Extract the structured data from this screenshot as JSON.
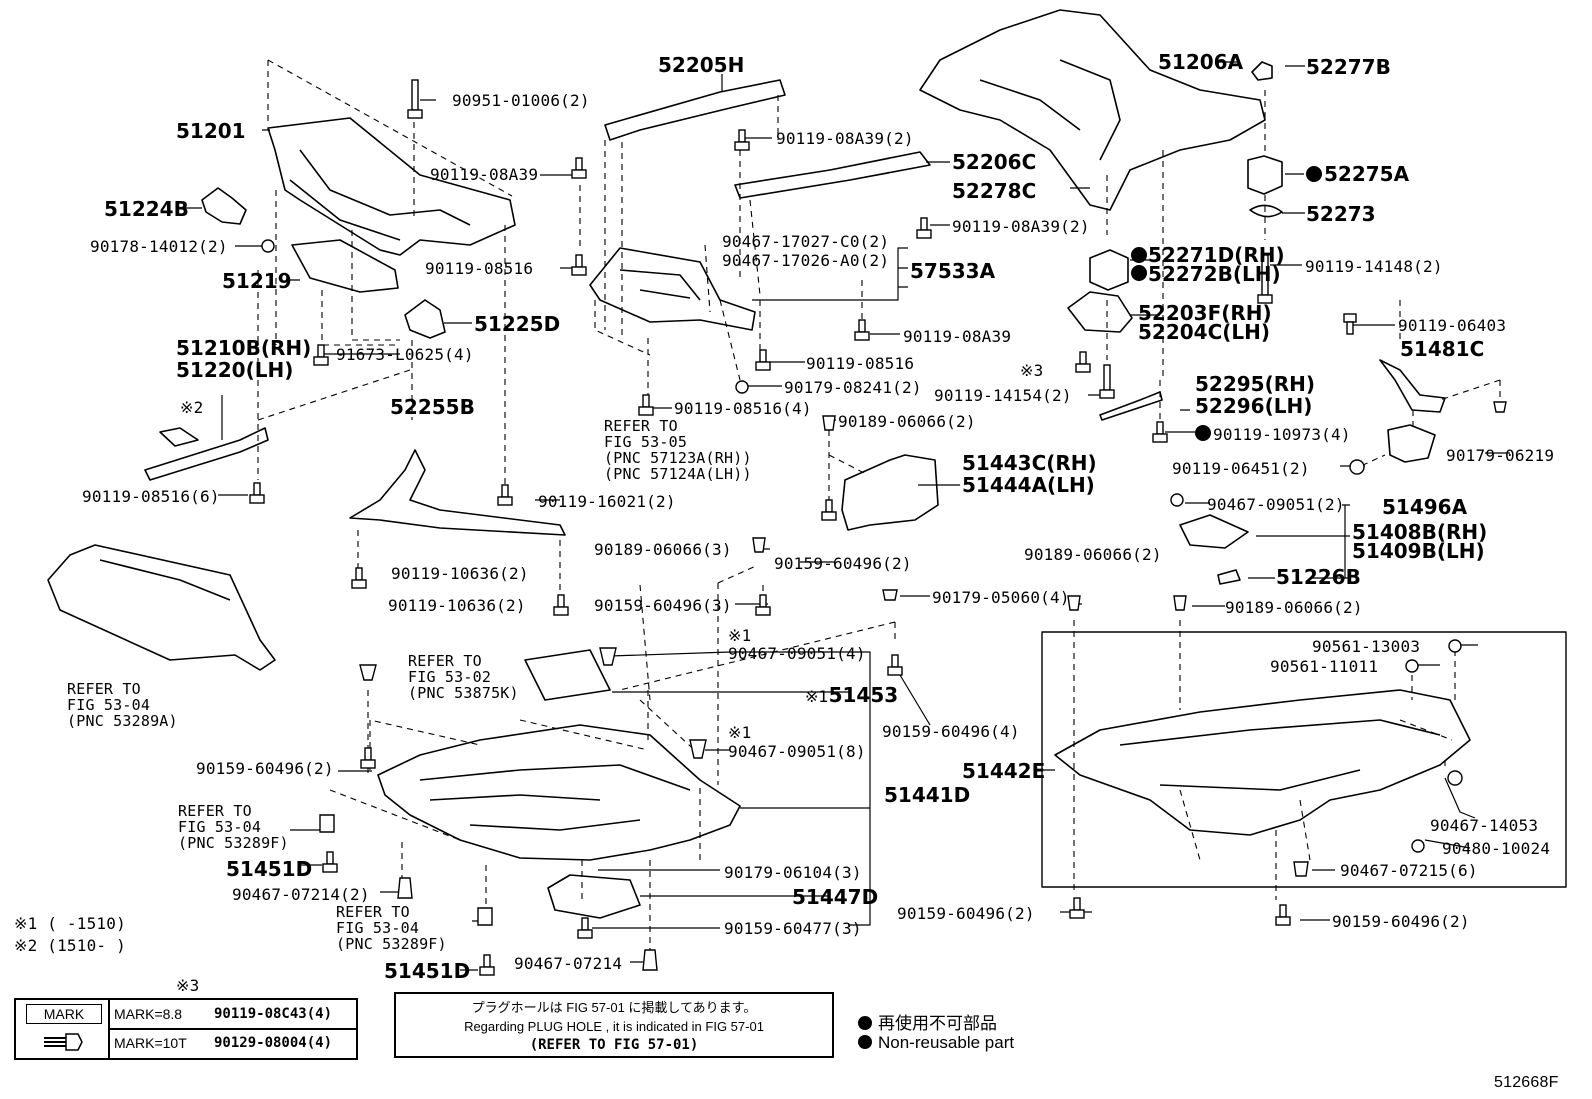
{
  "parts": {
    "p51201": "51201",
    "p51224B": "51224B",
    "p90178": "90178-14012(2)",
    "p51219": "51219",
    "p51210B": "51210B(RH)",
    "p51220": "51220(LH)",
    "p91673": "91673-L0625(4)",
    "p51225D": "51225D",
    "p90951": "90951-01006(2)",
    "p52205H": "52205H",
    "p90119_08A39_top": "90119-08A39(2)",
    "p90119_08A39_left": "90119-08A39",
    "p52206C": "52206C",
    "p52278C": "52278C",
    "p90119_08A39_mid": "90119-08A39(2)",
    "p90467_17027": "90467-17027-C0(2)",
    "p90467_17026": "90467-17026-A0(2)",
    "p57533A": "57533A",
    "p90119_08516_left": "90119-08516",
    "p90119_08A39_r": "90119-08A39",
    "p90119_08516_r": "90119-08516",
    "p90179_08241": "90179-08241(2)",
    "p90119_08516_4": "90119-08516(4)",
    "p51206A": "51206A",
    "p52277B": "52277B",
    "p52275A": "52275A",
    "p52273": "52273",
    "p52271D": "52271D(RH)",
    "p52272B": "52272B(LH)",
    "p90119_14148": "90119-14148(2)",
    "p52203F": "52203F(RH)",
    "p52204C": "52204C(LH)",
    "p90119_06403": "90119-06403",
    "p51481C": "51481C",
    "p90119_14154": "90119-14154(2)",
    "p52295": "52295(RH)",
    "p52296": "52296(LH)",
    "p90119_10973": "90119-10973(4)",
    "p90119_06451": "90119-06451(2)",
    "p90179_06219": "90179-06219",
    "p51496A": "51496A",
    "p90119_08516_6": "90119-08516(6)",
    "p52255B": "52255B",
    "p90119_16021": "90119-16021(2)",
    "p90119_10636_a": "90119-10636(2)",
    "p90119_10636_b": "90119-10636(2)",
    "p90189_06066_a": "90189-06066(2)",
    "p51443C": "51443C(RH)",
    "p51444A": "51444A(LH)",
    "p90189_06066_3": "90189-06066(3)",
    "p90159_60496_2a": "90159-60496(2)",
    "p90159_60496_3": "90159-60496(3)",
    "p90467_09051_2": "90467-09051(2)",
    "p51408B": "51408B(RH)",
    "p51409B": "51409B(LH)",
    "p51226B": "51226B",
    "p90189_06066_b": "90189-06066(2)",
    "p90179_05060": "90179-05060(4)",
    "p90189_06066_c": "90189-06066(2)",
    "p90467_09051_4": "90467-09051(4)",
    "p51453": "51453",
    "p90159_60496_4": "90159-60496(4)",
    "p90467_09051_8": "90467-09051(8)",
    "p90159_60496_2b": "90159-60496(2)",
    "p51441D": "51441D",
    "p51451D_a": "51451D",
    "p90467_07214_2": "90467-07214(2)",
    "p90179_06104": "90179-06104(3)",
    "p51447D": "51447D",
    "p90159_60477": "90159-60477(3)",
    "p51451D_b": "51451D",
    "p90467_07214": "90467-07214",
    "p90561_13003": "90561-13003",
    "p90561_11011": "90561-11011",
    "p51442E": "51442E",
    "p90467_14053": "90467-14053",
    "p90480_10024": "90480-10024",
    "p90467_07215": "90467-07215(6)",
    "p90159_60496_2c": "90159-60496(2)",
    "p90159_60496_2d": "90159-60496(2)"
  },
  "refs": {
    "r1": [
      "REFER TO",
      "FIG 53-05",
      "(PNC 57123A(RH))",
      "(PNC 57124A(LH))"
    ],
    "r2": [
      "REFER TO",
      "FIG 53-04",
      "(PNC 53289A)"
    ],
    "r3": [
      "REFER TO",
      "FIG 53-02",
      "(PNC 53875K)"
    ],
    "r4": [
      "REFER TO",
      "FIG 53-04",
      "(PNC 53289F)"
    ],
    "r5": [
      "REFER TO",
      "FIG 53-04",
      "(PNC 53289F)"
    ]
  },
  "symbols": {
    "x1": "※1",
    "x2": "※2",
    "x3": "※3",
    "x1a": "※1",
    "x1b": "※1",
    "x1c": "※1"
  },
  "notes": {
    "n1": "※1 (     -1510)",
    "n2": "※2 (1510-     )",
    "n3": "※3"
  },
  "mark_table": {
    "mark_label": "MARK",
    "row1_mark": "MARK=8.8",
    "row1_part": "90119-08C43(4)",
    "row2_mark": "MARK=10T",
    "row2_part": "90129-08004(4)"
  },
  "note_box": {
    "line_jp": "プラグホールは FIG 57-01 に掲載してあります。",
    "line_en": "Regarding PLUG HOLE , it is indicated in FIG 57-01",
    "line_ref": "(REFER TO FIG 57-01)"
  },
  "legend": {
    "jp": "再使用不可部品",
    "en": "Non-reusable part"
  },
  "figure_number": "512668F"
}
